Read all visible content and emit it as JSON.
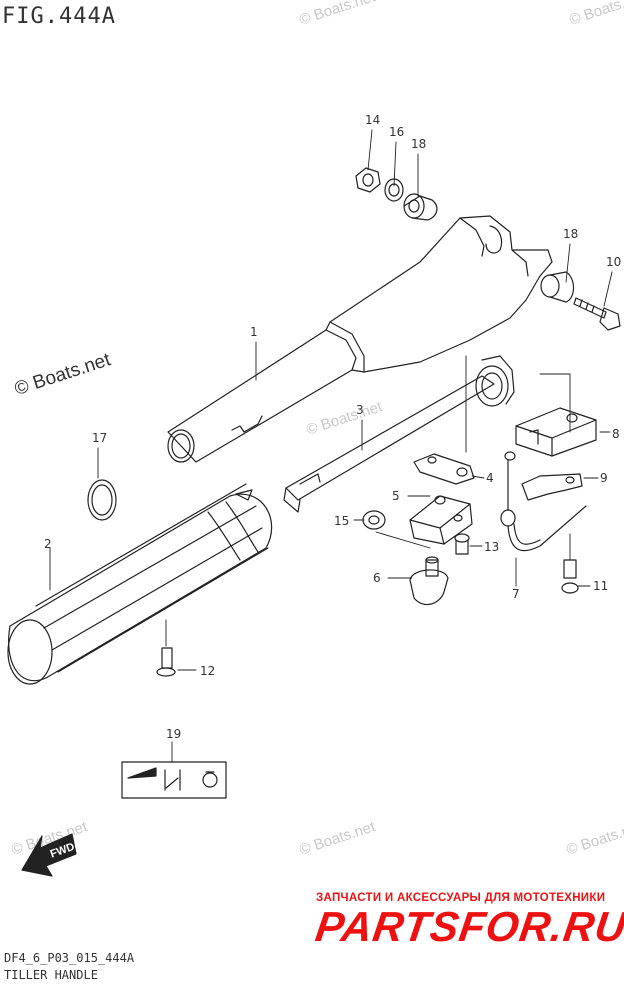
{
  "header": {
    "figure_title": "FIG.444A"
  },
  "watermarks": {
    "main": "© Boats.net",
    "faint": "© Boats.net"
  },
  "callouts": [
    "14",
    "16",
    "18",
    "18",
    "10",
    "1",
    "3",
    "8",
    "4",
    "9",
    "17",
    "5",
    "15",
    "13",
    "2",
    "6",
    "11",
    "7",
    "12",
    "19"
  ],
  "fwd_label": "FWD",
  "brand": {
    "tagline": "ЗАПЧАСТИ И АКСЕССУАРЫ ДЛЯ МОТОТЕХНИКИ",
    "logo": "PARTSFOR.RU",
    "color": "#ee1111"
  },
  "footer": {
    "code": "DF4_6_P03_015_444A",
    "title": "TILLER HANDLE"
  }
}
